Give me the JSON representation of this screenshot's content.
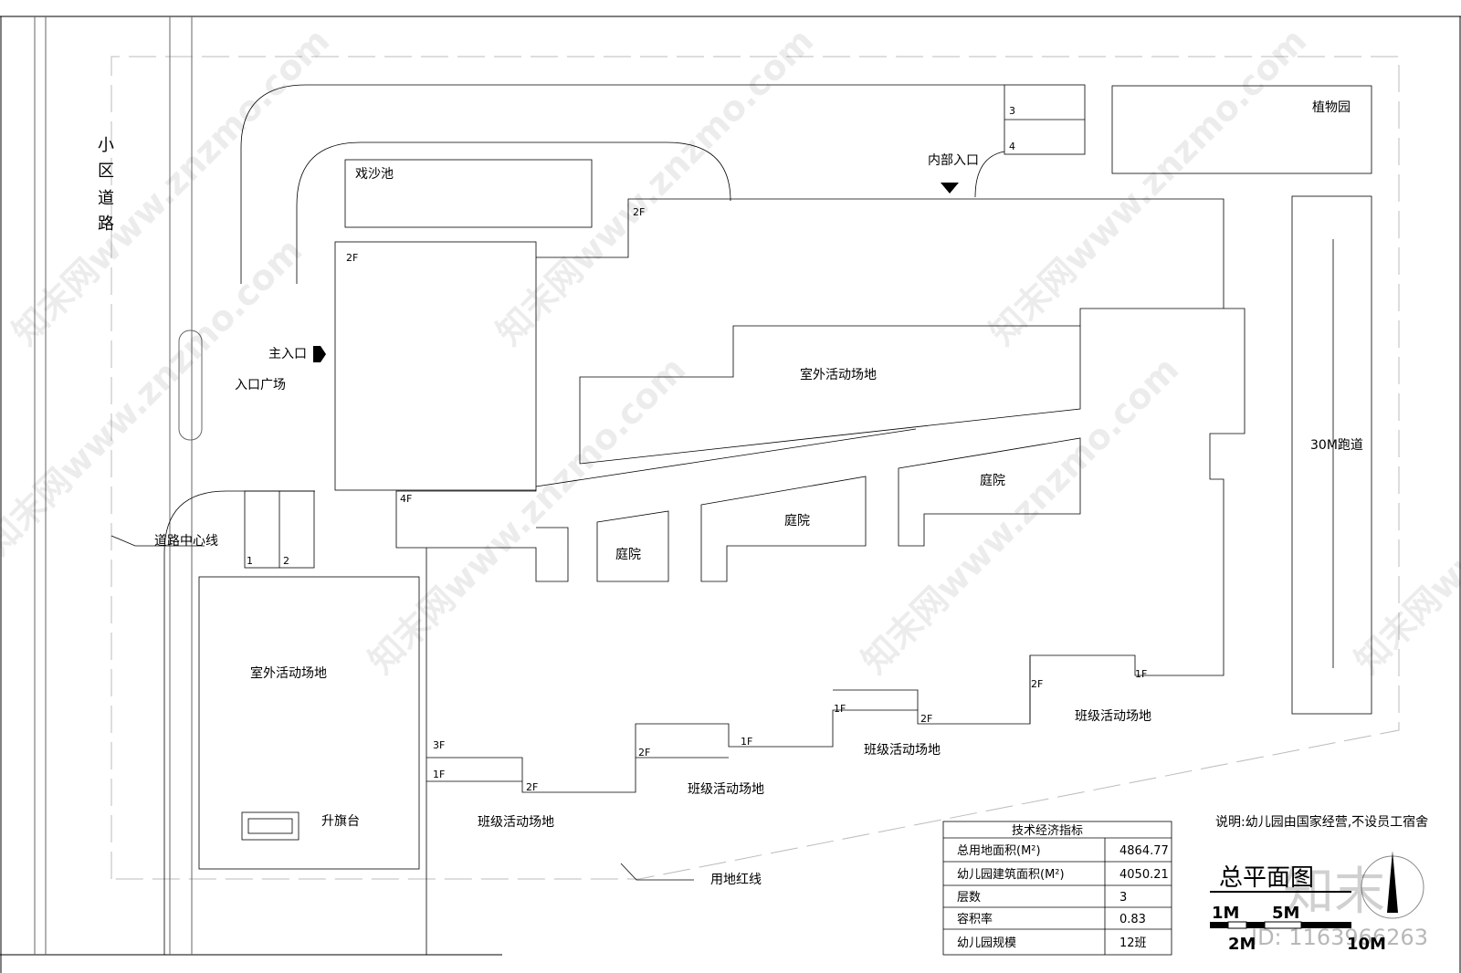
{
  "labels": {
    "road": [
      "小",
      "区",
      "道",
      "路"
    ],
    "sandpit": "戏沙池",
    "internal_entrance": "内部入口",
    "garden": "植物园",
    "main_entrance": "主入口",
    "entrance_plaza": "入口广场",
    "outdoor_area_top": "室外活动场地",
    "track": "30M跑道",
    "courtyard_1": "庭院",
    "courtyard_2": "庭院",
    "courtyard_3": "庭院",
    "road_centerline": "道路中心线",
    "outdoor_area_left": "室外活动场地",
    "flag_platform": "升旗台",
    "class_area_1": "班级活动场地",
    "class_area_2": "班级活动场地",
    "class_area_3": "班级活动场地",
    "class_area_4": "班级活动场地",
    "boundary_line": "用地红线",
    "note": "说明:幼儿园由国家经营,不设员工宿舍",
    "title": "总平面图"
  },
  "parking_numbers": [
    "1",
    "2",
    "3",
    "4"
  ],
  "floors": {
    "f_a": "2F",
    "f_b": "2F",
    "f_c": "4F",
    "f_d": "3F",
    "f_e": "1F",
    "f_f": "2F",
    "f_g": "2F",
    "f_h": "1F",
    "f_i": "1F",
    "f_j": "2F",
    "f_k": "2F",
    "f_l": "1F"
  },
  "indicators": {
    "header": "技术经济指标",
    "rows": [
      {
        "label": "总用地面积(M²)",
        "value": "4864.77"
      },
      {
        "label": "幼儿园建筑面积(M²)",
        "value": "4050.21"
      },
      {
        "label": "层数",
        "value": "3"
      },
      {
        "label": "容积率",
        "value": "0.83"
      },
      {
        "label": "幼儿园规模",
        "value": "12班"
      }
    ]
  },
  "scale": {
    "s1": "1M",
    "s5": "5M",
    "s2": "2M",
    "s10": "10M"
  },
  "watermark": {
    "text": "知末网www.znzmo.com",
    "brand": "知末",
    "id": "ID: 1163966263"
  },
  "colors": {
    "line": "#000000",
    "background": "#ffffff"
  }
}
